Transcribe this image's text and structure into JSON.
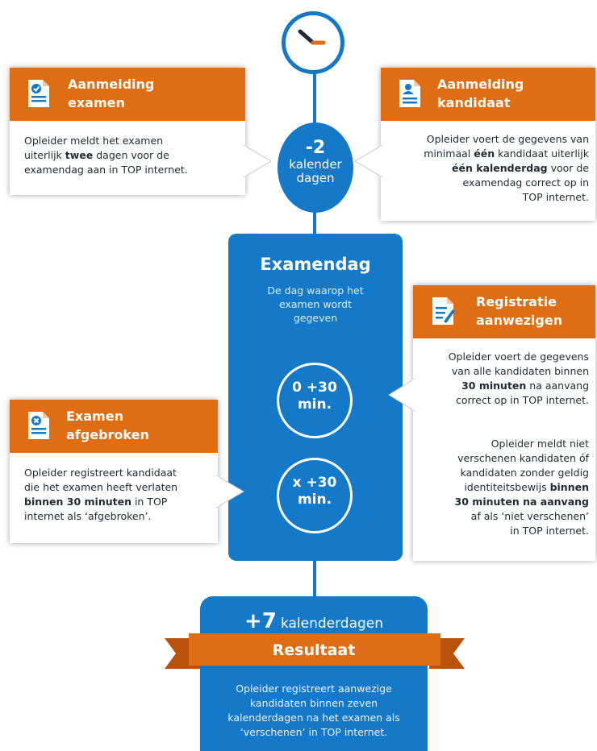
{
  "clock": {
    "icon": "clock-icon"
  },
  "timeline_marker": {
    "number": "-2",
    "label_line1": "kalender",
    "label_line2": "dagen"
  },
  "card_aanmelding_examen": {
    "title_line1": "Aanmelding",
    "title_line2": "examen",
    "icon": "document-check-icon",
    "text_1": "Opleider meldt het examen",
    "text_2a": "uiterlijk ",
    "text_2b": "twee",
    "text_2c": " dagen voor de",
    "text_3": "examendag aan in TOP internet."
  },
  "card_aanmelding_kandidaat": {
    "title_line1": "Aanmelding",
    "title_line2": "kandidaat",
    "icon": "document-person-icon",
    "text_1": "Opleider voert de gegevens van",
    "text_2a": "minimaal ",
    "text_2b": "één",
    "text_2c": " kandidaat uiterlijk",
    "text_3a": "één kalenderdag",
    "text_3b": " voor de",
    "text_4": "examendag correct op in",
    "text_5": "TOP internet."
  },
  "examendag": {
    "title": "Examendag",
    "subtitle_1": "De dag waarop het",
    "subtitle_2": "examen wordt",
    "subtitle_3": "gegeven",
    "ring1_line1": "0 +30",
    "ring1_line2": "min.",
    "ring2_line1": "x +30",
    "ring2_line2": "min."
  },
  "card_registratie": {
    "title_line1": "Registratie",
    "title_line2": "aanwezigen",
    "icon": "document-pencil-icon",
    "p1_1": "Opleider voert de gegevens",
    "p1_2": "van alle kandidaten binnen",
    "p1_3a": "30 minuten",
    "p1_3b": " na aanvang",
    "p1_4": "correct op in TOP internet.",
    "p2_1": "Opleider meldt niet",
    "p2_2": "verschenen kandidaten óf",
    "p2_3": "kandidaten zonder geldig",
    "p2_4a": "identiteitsbewijs ",
    "p2_4b": "binnen",
    "p2_5": "30 minuten na aanvang",
    "p2_6": "af als ‘niet verschenen’",
    "p2_7": "in TOP internet."
  },
  "card_afgebroken": {
    "title_line1": "Examen",
    "title_line2": "afgebroken",
    "icon": "document-cross-icon",
    "text_1": "Opleider registreert kandidaat",
    "text_2": "die het examen heeft verlaten",
    "text_3a": "binnen 30 minuten",
    "text_3b": " in TOP",
    "text_4": "internet als ‘afgebroken’."
  },
  "result": {
    "plus_number": "+7",
    "plus_label": "kalenderdagen",
    "ribbon_label": "Resultaat",
    "desc_1": "Opleider registreert aanwezige",
    "desc_2": "kandidaten binnen zeven",
    "desc_3": "kalenderdagen na het examen als",
    "desc_4": "‘verschenen’ in TOP internet."
  },
  "colors": {
    "blue": "#1379c8",
    "orange": "#df6d13",
    "ribbon_dark": "#b9530c"
  }
}
